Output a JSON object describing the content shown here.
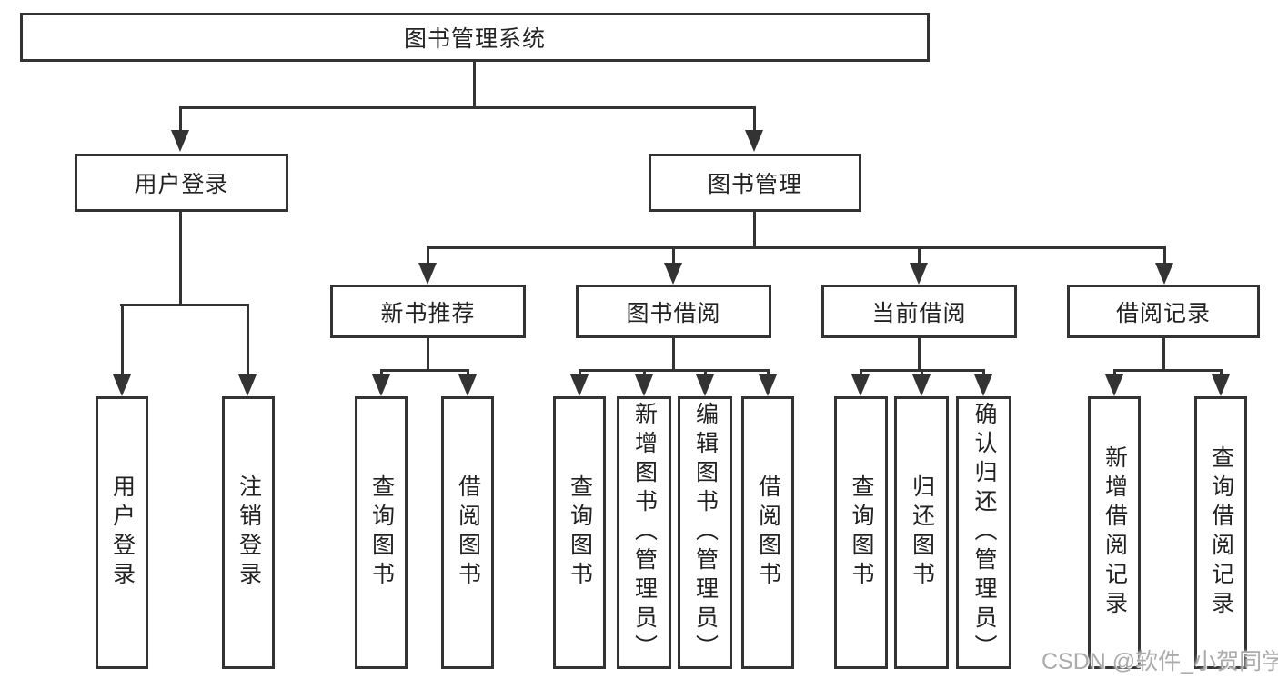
{
  "diagram_title": "图书管理系统",
  "nodes": {
    "root": "图书管理系统",
    "user_login": "用户登录",
    "book_mgmt": "图书管理",
    "l3": [
      "新书推荐",
      "图书借阅",
      "当前借阅",
      "借阅记录"
    ],
    "user_login_leaves": [
      "用户登录",
      "注销登录"
    ],
    "new_book_leaves": [
      "查询图书",
      "借阅图书"
    ],
    "borrow_leaves": [
      "查询图书",
      "新增图书（管理员）",
      "编辑图书（管理员）",
      "借阅图书"
    ],
    "current_leaves": [
      "查询图书",
      "归还图书",
      "确认归还（管理员）"
    ],
    "record_leaves": [
      "新增借阅记录",
      "查询借阅记录"
    ]
  },
  "watermark": "CSDN @软件_小贺同学",
  "colors": {
    "line": "#333333",
    "text": "#222222",
    "background": "#ffffff",
    "watermark": "#ababab"
  }
}
